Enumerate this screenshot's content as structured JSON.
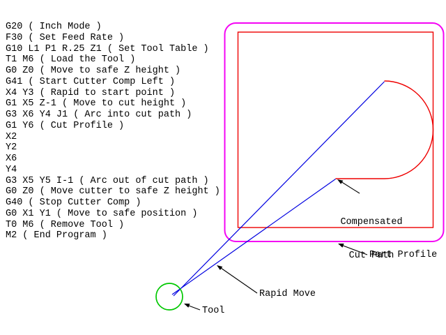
{
  "gcode_lines": [
    "G20 ( Inch Mode )",
    "F30 ( Set Feed Rate )",
    "G10 L1 P1 R.25 Z1 ( Set Tool Table )",
    "T1 M6 ( Load the Tool )",
    "G0 Z0 ( Move to safe Z height )",
    "G41 ( Start Cutter Comp Left )",
    "X4 Y3 ( Rapid to start point )",
    "G1 X5 Z-1 ( Move to cut height )",
    "G3 X6 Y4 J1 ( Arc into cut path )",
    "G1 Y6 ( Cut Profile )",
    "X2",
    "Y2",
    "X6",
    "Y4",
    "G3 X5 Y5 I-1 ( Arc out of cut path )",
    "G0 Z0 ( Move cutter to safe Z height )",
    "G40 ( Stop Cutter Comp )",
    "G0 X1 Y1 ( Move to safe position )",
    "T0 M6 ( Remove Tool )",
    "M2 ( End Program )"
  ],
  "labels": {
    "compensated_cut_path_line1": "Compensated",
    "compensated_cut_path_line2": "Cut Path",
    "part_profile": "Part Profile",
    "rapid_move": "Rapid Move",
    "tool": "Tool"
  },
  "colors": {
    "background": "#ffffff",
    "part_profile_outline": "#f404f4",
    "cut_path": "#ee0000",
    "rapid_move": "#0000e0",
    "tool": "#00c800",
    "annotation": "#000000"
  }
}
